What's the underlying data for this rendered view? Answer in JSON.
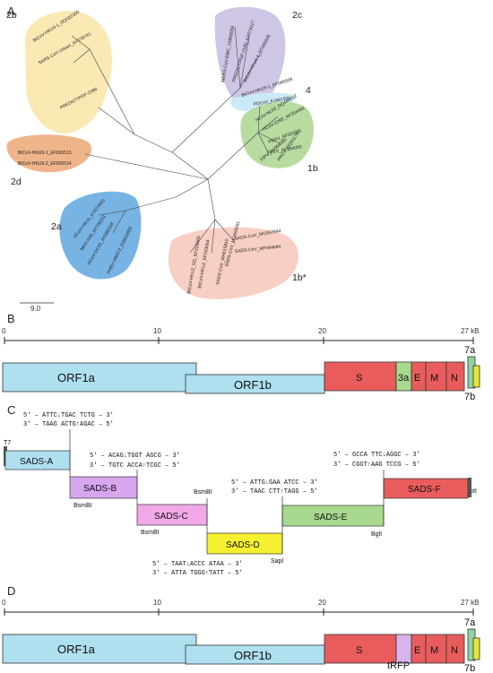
{
  "colors": {
    "orf1": "#aee0f0",
    "s": "#e85c5c",
    "a3": "#a8d98f",
    "e": "#e85c5c",
    "m": "#e85c5c",
    "n": "#e85c5c",
    "a7": "#8fd4a0",
    "b7": "#e6e633",
    "trfp": "#d8b4ec",
    "clade_2b": "#fbe9b4",
    "clade_2c": "#cfc6e6",
    "clade_4": "#cbe9f6",
    "clade_1b": "#b8dba0",
    "clade_2d": "#f0b48a",
    "clade_2a": "#77b3e3",
    "clade_1bstar": "#f8cfc4",
    "frag_a": "#aee0f0",
    "frag_b": "#d7a6ee",
    "frag_c": "#f1a8e6",
    "frag_d": "#f5f030",
    "frag_e": "#a8d98f",
    "frag_f": "#e85c5c"
  },
  "panels": {
    "a": "A",
    "b": "B",
    "c": "C",
    "d": "D"
  },
  "tree": {
    "scale_label": "9.0",
    "clades": {
      "c2b": "2b",
      "c2c": "2c",
      "c4": "4",
      "c1b": "1b",
      "c2d": "2d",
      "c2a": "2a",
      "c1bstar": "1b*"
    },
    "leaves": {
      "l2b1": "BtCoV-HKU3-1_DQ022305",
      "l2b2": "SARS-CoV-Urbani_AY278741",
      "l2b3": "PREDICT/PDF-2386",
      "l2c1": "MERS-CoV-EMC_JX869059",
      "l2c2": "PREDICT/PDF-2180_KX574227",
      "l2c3": "BtCoV-HKU4-1_EF065505",
      "l2c4": "BtCoV-HKU5-1_EF065509",
      "l4": "PDCoV_KJ481931",
      "l1b1": "HCoV-NL63_DQ445912",
      "l1b2": "HCoV-229E_AF304460",
      "l1b3": "PEDV_AF353511",
      "l1b4": "TGEV_AY994055",
      "l1b5": "PRCV_DQ811787",
      "l1b6": "FIPV_AY994055",
      "l2d1": "BtCoV-HKU9-1_EF065513",
      "l2d2": "BtCoV-HKU9-2_EF065514",
      "l2a1": "HCoV-HKU1_KY674921",
      "l2a2": "MHV-A59_AY700211",
      "l2a3": "HCoV-OC43_AY585228",
      "l2a4": "PHEV-VW572_DQ011855",
      "l1s1": "SADS-CoV_MG557844",
      "l1s2": "SADS-CoV_MF094684",
      "l1s3": "SADS-CoV_MG605091",
      "l1s4": "SADS-CoV_MH615810",
      "l1s5": "BtCoV-HKU2_EF203064",
      "l1s6": "BtCoV-HKU2_GD_EF203065"
    }
  },
  "genome_b": {
    "ticks": {
      "t0": "0",
      "t10": "10",
      "t20": "20",
      "t27": "27 kB"
    },
    "genes": {
      "orf1a": "ORF1a",
      "orf1b": "ORF1b",
      "s": "S",
      "a3": "3a",
      "e": "E",
      "m": "M",
      "n": "N",
      "a7": "7a",
      "b7": "7b"
    }
  },
  "genome_d": {
    "ticks": {
      "t0": "0",
      "t10": "10",
      "t20": "20",
      "t27": "27 kB"
    },
    "genes": {
      "orf1a": "ORF1a",
      "orf1b": "ORF1b",
      "s": "S",
      "trfp": "tRFP",
      "e": "E",
      "m": "M",
      "n": "N",
      "a7": "7a",
      "b7": "7b"
    }
  },
  "cloning": {
    "t7": "T7",
    "notl": "NotI",
    "fragments": {
      "a": "SADS-A",
      "b": "SADS-B",
      "c": "SADS-C",
      "d": "SADS-D",
      "e": "SADS-E",
      "f": "SADS-F"
    },
    "enzymes": {
      "bsmbi_b": "BsmBI",
      "bsmbi_c": "BsmBI",
      "bsmbi_top": "BsmBI",
      "sapi": "SapI",
      "bgll": "BglI"
    },
    "junctions": {
      "ab_top": "5′ – ATTC↓TGAC TCTG – 3′",
      "ab_bot": "3′ – TAAG ACTG↑AGAC – 5′",
      "bc_top": "5′ – ACAG↓TGGT AGCG – 3′",
      "bc_bot": "3′ – TGTC ACCA↑TCGC – 5′",
      "de_top": "5′ – ATTG↓GAA ATCC – 3′",
      "de_bot": "3′ – TAAC CTT↑TAGG – 5′",
      "ef_top": "5′ – GCCA TTC↓AGGC – 3′",
      "ef_bot": "3′ – CGGT↑AAG TCCG – 5′",
      "cd_top": "5′ – TAAT↓ACCC ATAA – 3′",
      "cd_bot": "3′ – ATTA TGGG↑TATT – 5′"
    }
  }
}
